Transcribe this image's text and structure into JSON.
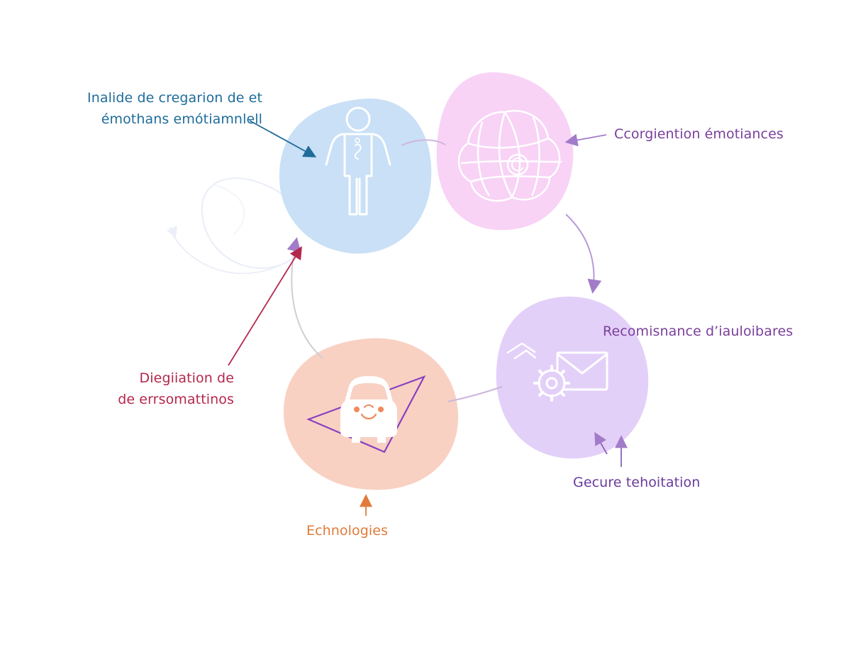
{
  "colors": {
    "blue_blob": "#c9e0f6",
    "pink_blob": "#f8d3f6",
    "lavender_blob": "#e3d0f8",
    "peach_blob": "#f8d1c3",
    "blue_text": "#1f6c9a",
    "purple_text": "#7a3f9c",
    "orange_text": "#e07b3a",
    "crimson_text": "#b4274d",
    "connector": "#cdb6dd"
  },
  "labels": {
    "human": {
      "line1": "Inalide de cregarion de et",
      "line2": "émothans emótiamnlell"
    },
    "brain": "Ccorgiention émotiances",
    "recognition": "Recomisnance d’iauloibares",
    "gecure": "Gecure tehoitation",
    "technologies": "Echnologies",
    "digitation": {
      "line1": "Diegiiation de",
      "line2": "de errsomattinos"
    }
  },
  "icons": {
    "human": "human-figure-icon",
    "brain": "brain-network-icon",
    "gear_mail": "gear-mail-icon",
    "car": "car-face-icon"
  }
}
